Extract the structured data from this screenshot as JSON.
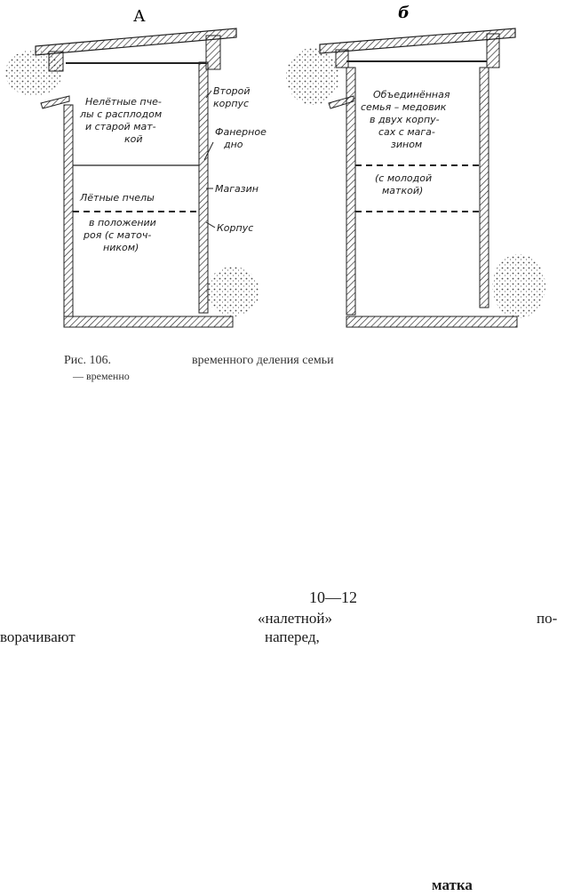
{
  "figure": {
    "panel_a": {
      "label": "А",
      "inner_top": [
        "Нелётные пче-",
        "лы с расплодом",
        "и старой мат-",
        "кой"
      ],
      "inner_bottom": [
        "Лётные пчелы",
        "в положении",
        "роя (с маточ-",
        "ником)"
      ],
      "side_labels": [
        "Второй",
        "корпус",
        "Фанерное",
        "дно",
        "Магазин",
        "Корпус"
      ]
    },
    "panel_b": {
      "label": "б",
      "inner_top": [
        "Объединённая",
        "семья – медовик",
        "в двух корпу-",
        "сах с мага-",
        "зином"
      ],
      "inner_mid": [
        "(с молодой",
        "маткой)"
      ]
    }
  },
  "caption": {
    "fig_number": "Рис. 106.",
    "title": "временного деления семьи",
    "sub": "— временно"
  },
  "text": {
    "numbers": "10—12",
    "quoted": "«налетной»",
    "hyphen_start": "по-",
    "line2_left": "ворачивают",
    "line2_mid": "наперед,",
    "bottom_word": "матка"
  }
}
